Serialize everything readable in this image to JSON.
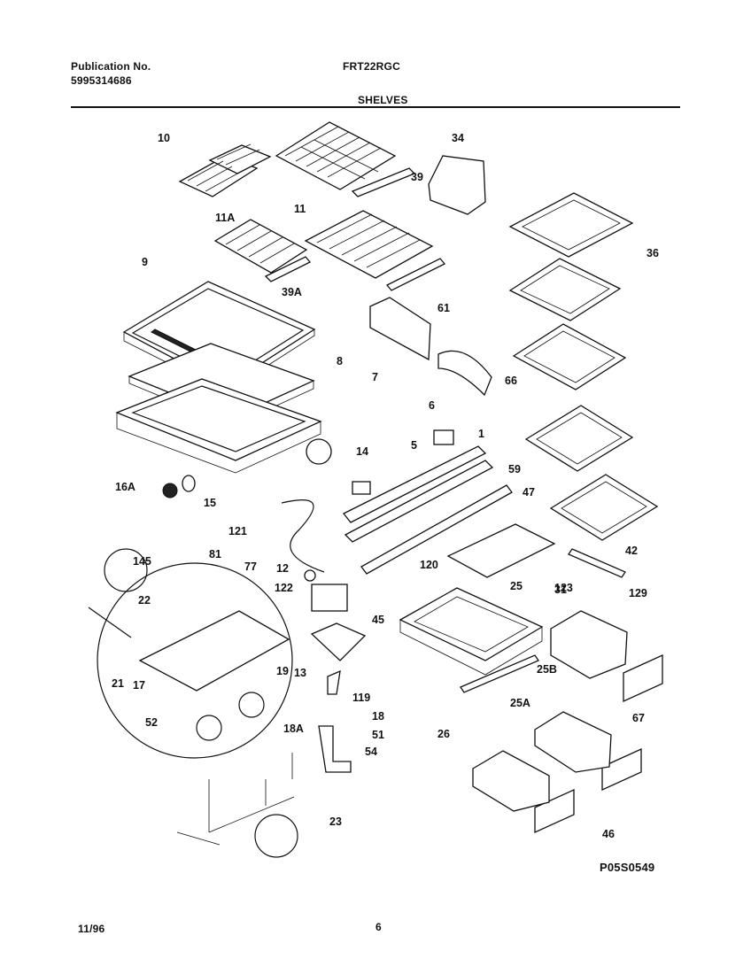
{
  "header": {
    "publication_label": "Publication No.",
    "publication_number": "5995314686",
    "model": "FRT22RGC",
    "section": "SHELVES"
  },
  "drawing_code": "P05S0549",
  "footer": {
    "date": "11/96",
    "page": "6"
  },
  "callouts": [
    "10",
    "11",
    "34",
    "39",
    "11A",
    "39A",
    "9",
    "61",
    "36",
    "66",
    "8",
    "7",
    "6",
    "5",
    "1",
    "14",
    "16A",
    "15",
    "59",
    "47",
    "121",
    "12",
    "120",
    "145",
    "81",
    "77",
    "122",
    "45",
    "25",
    "31",
    "42",
    "123",
    "129",
    "22",
    "19",
    "21",
    "17",
    "13",
    "25B",
    "119",
    "52",
    "18",
    "18A",
    "51",
    "54",
    "25A",
    "67",
    "26",
    "46",
    "23"
  ]
}
